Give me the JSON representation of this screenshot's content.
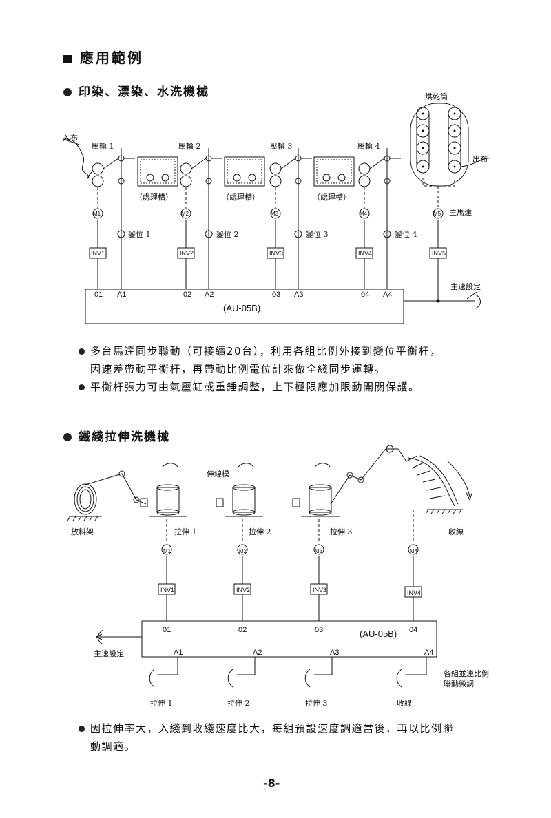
{
  "section_title": "應用範例",
  "example1": {
    "title": "印染、漂染、水洗機械",
    "labels": {
      "in_cloth": "入布",
      "out_cloth": "出布",
      "dryer": "烘乾筒",
      "main_motor": "主馬達",
      "main_speed": "主速設定",
      "controller": "(AU-05B)",
      "rollers": [
        "壓輪 1",
        "壓輪 2",
        "壓輪 3",
        "壓輪 4"
      ],
      "tanks": [
        "（處理槽）",
        "（處理槽）",
        "（處理槽）"
      ],
      "pots": [
        "變位 1",
        "變位 2",
        "變位 3",
        "變位 4"
      ],
      "motors": [
        "M1",
        "M2",
        "M3",
        "M4",
        "M5"
      ],
      "invs": [
        "INV1",
        "INV2",
        "INV3",
        "INV4",
        "INV5"
      ],
      "outs": [
        "01",
        "02",
        "03",
        "04"
      ],
      "ins": [
        "A1",
        "A2",
        "A3",
        "A4"
      ]
    },
    "bullets": [
      "多台馬達同步聯動（可接續20台），利用各組比例外接到變位平衡杆，",
      "因速差帶動平衡杆，再帶動比例電位計來做全綫同步運轉。",
      "平衡杆張力可由氣壓缸或重錘調整，上下極限應加限動開關保護。"
    ]
  },
  "example2": {
    "title": "鐵綫拉伸洗機械",
    "labels": {
      "die": "伸線模",
      "payoff": "放料架",
      "stretch": [
        "拉伸 1",
        "拉伸 2",
        "拉伸 3"
      ],
      "takeup": "收線",
      "main_speed": "主速設定",
      "controller": "(AU-05B)",
      "motors": [
        "M1",
        "M2",
        "M3",
        "M4"
      ],
      "invs": [
        "INV1",
        "INV2",
        "INV3",
        "INV4"
      ],
      "outs": [
        "01",
        "02",
        "03",
        "04"
      ],
      "ins": [
        "A1",
        "A2",
        "A3",
        "A4"
      ],
      "pot_labels": [
        "拉伸 1",
        "拉伸 2",
        "拉伸 3",
        "收線"
      ],
      "note_line1": "各組並連比例",
      "note_line2": "聯動微調"
    },
    "bullets": [
      "因拉伸率大，入綫到收綫速度比大，每組預設速度調適當後，再以比例聯",
      "動調適。"
    ]
  },
  "page_number": "-8-"
}
